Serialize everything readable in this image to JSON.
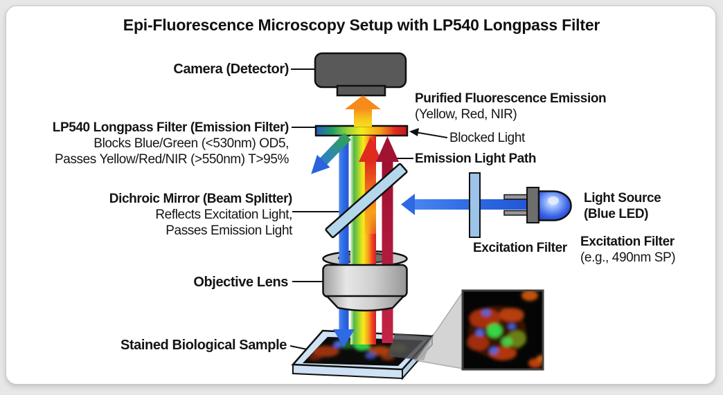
{
  "title": "Epi-Fluorescence Microscopy Setup with LP540 Longpass Filter",
  "labels": {
    "camera": "Camera (Detector)",
    "lp540_title": "LP540 Longpass Filter (Emission Filter)",
    "lp540_line1": "Blocks Blue/Green (<530nm) OD5,",
    "lp540_line2": "Passes Yellow/Red/NIR (>550nm) T>95%",
    "purified_title": "Purified Fluorescence Emission",
    "purified_sub": "(Yellow, Red, NIR)",
    "blocked_light": "Blocked Light",
    "emission_path": "Emission Light Path",
    "dichroic_title": "Dichroic Mirror (Beam Splitter)",
    "dichroic_line1": "Reflects Excitation Light,",
    "dichroic_line2": "Passes Emission Light",
    "light_source_title": "Light Source",
    "light_source_sub": "(Blue LED)",
    "excitation_filter": "Excitation Filter",
    "excitation_filter2_title": "Excitation Filter",
    "excitation_filter2_sub": "(e.g., 490nm SP)",
    "objective": "Objective Lens",
    "sample": "Stained Biological Sample"
  },
  "components": {
    "camera": "camera-detector-icon",
    "emission_filter": "lp540-filter-bar-icon",
    "dichroic": "dichroic-mirror-icon",
    "objective": "objective-lens-icon",
    "slide": "sample-slide-icon",
    "excitation_filter": "excitation-filter-glass-icon",
    "led": "blue-led-icon",
    "inset": "micrograph-inset-icon"
  },
  "colors": {
    "excitation_blue": "#2e6ae2",
    "emission_crimson": "#a81334",
    "emission_orange": "#f7a01b",
    "emission_red": "#d31f26",
    "blocked_green": "#2fa14f",
    "mirror_blue": "#b5d7ec",
    "filter_glass_blue": "#9cc3e8",
    "camera_gray": "#595959",
    "objective_gray": "#cfcfcf",
    "card_bg": "#ffffff",
    "page_bg": "#e7e7e7"
  }
}
